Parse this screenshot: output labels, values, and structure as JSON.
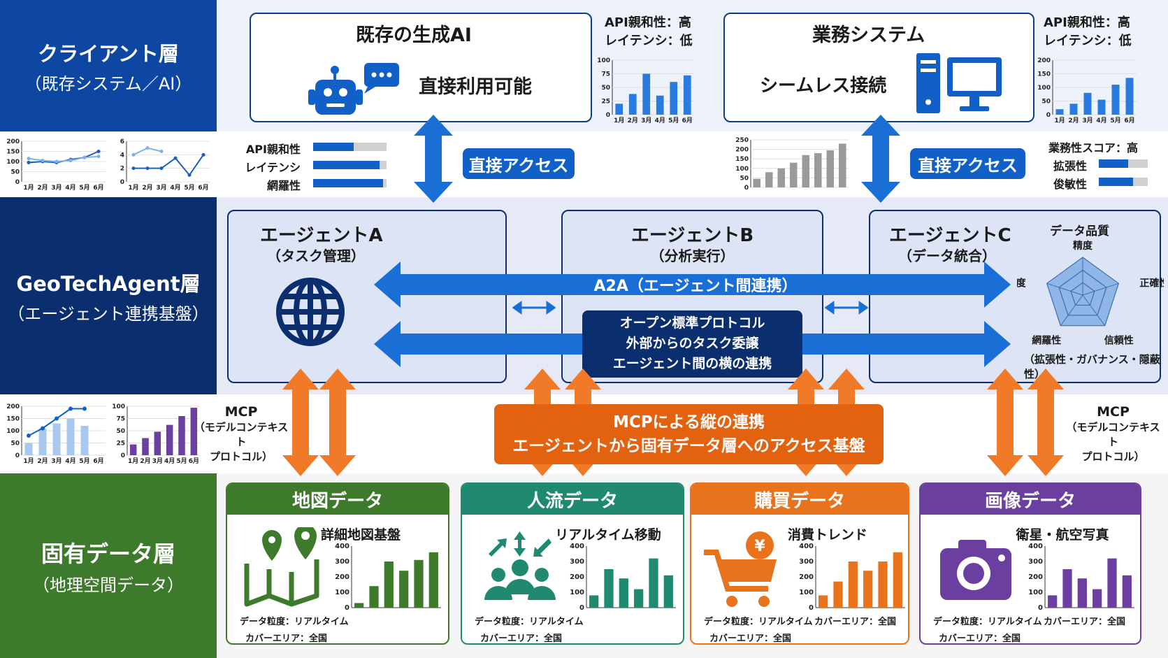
{
  "colors": {
    "client_blue": "#0d47a1",
    "agent_navy": "#0b2e6e",
    "data_green": "#3e7a2b",
    "map_green": "#3e7a2b",
    "people_teal": "#1f8a70",
    "purchase_orange": "#e8731c",
    "image_purple": "#6a3fa0",
    "arrow_blue": "#1a6fd6",
    "arrow_orange": "#f07a28"
  },
  "client_layer": {
    "title": "クライアント層",
    "subtitle": "（既存システム／AI）"
  },
  "agent_layer": {
    "title": "GeoTechAgent層",
    "subtitle": "（エージェント連携基盤）"
  },
  "data_layer": {
    "title": "固有データ層",
    "subtitle": "（地理空間データ）"
  },
  "genai": {
    "title": "既存の生成AI",
    "desc": "直接利用可能",
    "icon": "robot-icon",
    "stat1": "API親和性：高",
    "stat2": "レイテンシ：低"
  },
  "business": {
    "title": "業務システム",
    "desc": "シームレス接続",
    "icon": "computer-icon",
    "stat1": "API親和性：高",
    "stat2": "レイテンシ：低"
  },
  "direct_access": {
    "left": "直接アクセス",
    "right": "直接アクセス"
  },
  "left_metrics": [
    {
      "label": "API親和性",
      "value": 0.55
    },
    {
      "label": "レイテンシ",
      "value": 0.9
    },
    {
      "label": "網羅性",
      "value": 0.95
    }
  ],
  "right_metrics": {
    "title": "業務性スコア：高",
    "items": [
      {
        "label": "拡張性",
        "value": 0.6
      },
      {
        "label": "俊敏性",
        "value": 0.7
      }
    ]
  },
  "agents": [
    {
      "name": "エージェントA",
      "role": "（タスク管理）",
      "icon": "globe-icon"
    },
    {
      "name": "エージェントB",
      "role": "（分析実行）"
    },
    {
      "name": "エージェントC",
      "role": "（データ統合）"
    }
  ],
  "a2a": {
    "label": "A2A（エージェント間連携）",
    "protocol_lines": [
      "オープン標準プロトコル",
      "外部からのタスク委譲",
      "エージェント間の横の連携"
    ]
  },
  "radar": {
    "title": "データ品質",
    "axes": [
      "精度",
      "正確性",
      "信頼性",
      "網羅性",
      "鮮度"
    ],
    "footer": "（拡張性・ガバナンス・隠蔽性）"
  },
  "mcp": {
    "left_title": "MCP",
    "left_sub1": "（モデルコンテキスト",
    "left_sub2": "プロトコル）",
    "right_title": "MCP",
    "right_sub1": "（モデルコンテキスト",
    "right_sub2": "プロトコル）",
    "center_line1": "MCPによる縦の連携",
    "center_line2": "エージェントから固有データ層へのアクセス基盤"
  },
  "data_cards": [
    {
      "title": "地図データ",
      "subtitle": "詳細地図基盤",
      "icon": "map-pin-icon",
      "footer1": "データ粒度：リアルタイム",
      "footer2": "カバーエリア：全国",
      "footer3": ""
    },
    {
      "title": "人流データ",
      "subtitle": "リアルタイム移動",
      "icon": "people-icon",
      "footer1": "データ粒度：リアルタイム",
      "footer2": "カバーエリア：全国",
      "footer3": ""
    },
    {
      "title": "購買データ",
      "subtitle": "消費トレンド",
      "icon": "cart-icon",
      "footer1": "データ粒度：リアルタイム",
      "footer2": "カバーエリア：全国",
      "footer3": "カバーエリア：全国"
    },
    {
      "title": "画像データ",
      "subtitle": "衛星・航空写真",
      "icon": "camera-icon",
      "footer1": "データ粒度：リアルタイム",
      "footer2": "カバーエリア：全国",
      "footer3": "カバーエリア：全国"
    }
  ],
  "chart_data": [
    {
      "id": "genai-bar",
      "type": "bar",
      "categories": [
        "1月",
        "2月",
        "3月",
        "4月",
        "5月",
        "6月"
      ],
      "values": [
        20,
        38,
        75,
        35,
        60,
        72
      ],
      "ylim": [
        0,
        100
      ],
      "yticks": [
        0,
        25,
        50,
        75,
        100
      ]
    },
    {
      "id": "business-bar",
      "type": "bar",
      "categories": [
        "1月",
        "2月",
        "3月",
        "4月",
        "5月",
        "6月"
      ],
      "values": [
        20,
        40,
        80,
        55,
        110,
        135
      ],
      "ylim": [
        0,
        200
      ],
      "yticks": [
        0,
        50,
        100,
        150,
        200
      ]
    },
    {
      "id": "left-line-1",
      "type": "line",
      "categories": [
        "1月",
        "2月",
        "3月",
        "4月",
        "5月",
        "6月"
      ],
      "series": [
        {
          "values": [
            95,
            100,
            95,
            110,
            120,
            150
          ]
        },
        {
          "values": [
            115,
            105,
            100,
            105,
            120,
            125
          ]
        }
      ],
      "ylim": [
        50,
        200
      ],
      "yticks": [
        0,
        50,
        100,
        150,
        200
      ]
    },
    {
      "id": "left-line-2",
      "type": "line",
      "categories": [
        "1月",
        "2月",
        "3月",
        "4月",
        "5月",
        "6月"
      ],
      "series": [
        {
          "values": [
            2,
            2,
            2,
            3.5,
            1,
            4
          ]
        },
        {
          "values": [
            4,
            5,
            4.5
          ]
        }
      ],
      "ylim": [
        0,
        6
      ],
      "yticks": [
        0,
        2,
        4,
        6
      ]
    },
    {
      "id": "right-gray-bar",
      "type": "bar",
      "categories": [
        "",
        "",
        "",
        "",
        "",
        "",
        "",
        ""
      ],
      "values": [
        45,
        80,
        100,
        130,
        170,
        180,
        195,
        230
      ],
      "ylim": [
        0,
        250
      ],
      "yticks": [
        0,
        50,
        100,
        150,
        200,
        250
      ]
    },
    {
      "id": "left-mixed-chart",
      "type": "bar",
      "categories": [
        "1月",
        "2月",
        "3月",
        "4月",
        "5月",
        "6月"
      ],
      "values": [
        50,
        110,
        130,
        150,
        120,
        0
      ],
      "line": [
        80,
        110,
        150,
        190,
        190
      ],
      "ylim": [
        0,
        200
      ],
      "yticks": [
        0,
        50,
        100,
        150,
        200
      ]
    },
    {
      "id": "left-purple-bar",
      "type": "bar",
      "categories": [
        "1月",
        "2月",
        "3月",
        "4月",
        "5月",
        "6月"
      ],
      "values": [
        22,
        35,
        48,
        62,
        80,
        97
      ],
      "ylim": [
        0,
        100
      ],
      "yticks": [
        0,
        25,
        50,
        75,
        100
      ]
    },
    {
      "id": "map-bar",
      "type": "bar",
      "values": [
        30,
        140,
        300,
        240,
        310,
        360
      ],
      "ylim": [
        0,
        400
      ],
      "yticks": [
        0,
        100,
        200,
        300,
        400
      ]
    },
    {
      "id": "people-bar",
      "type": "bar",
      "values": [
        80,
        250,
        190,
        120,
        320,
        210
      ],
      "ylim": [
        0,
        400
      ],
      "yticks": [
        0,
        100,
        200,
        300,
        400
      ]
    },
    {
      "id": "purchase-bar",
      "type": "bar",
      "values": [
        80,
        170,
        300,
        240,
        300,
        360
      ],
      "ylim": [
        0,
        400
      ],
      "yticks": [
        0,
        100,
        200,
        300,
        400
      ]
    },
    {
      "id": "image-bar",
      "type": "bar",
      "values": [
        80,
        250,
        190,
        120,
        320,
        210
      ],
      "ylim": [
        0,
        400
      ],
      "yticks": [
        0,
        100,
        200,
        300,
        400
      ]
    }
  ]
}
